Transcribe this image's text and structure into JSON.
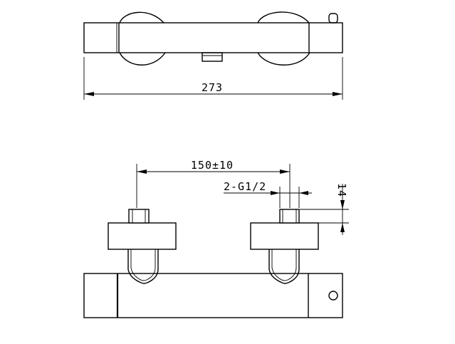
{
  "dimensions": {
    "overall_length": "273",
    "inlet_spacing": "150±10",
    "thread_spec": "2-G1/2",
    "thread_depth": "14"
  }
}
